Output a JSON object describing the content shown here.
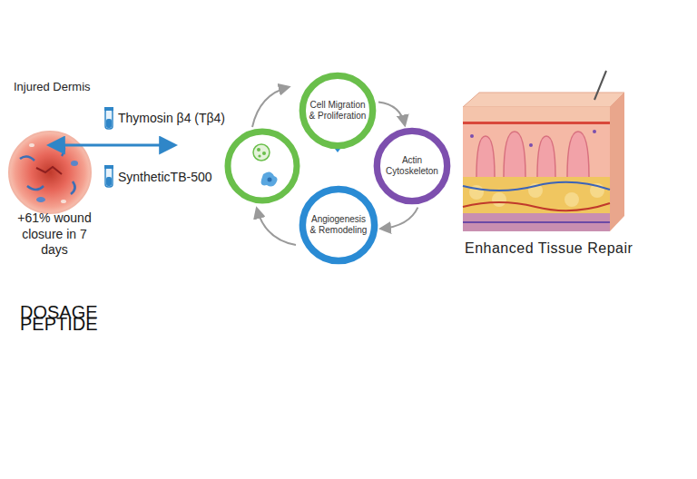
{
  "diagram": {
    "nodes": [
      {
        "text": [
          "Cell Migration & Proliferation"
        ]
      },
      {
        "text": [
          "Actin Cytoskeleton"
        ]
      },
      {
        "text": [
          "Angiogenesis & Remodeling"
        ]
      }
    ],
    "edges": [
      {
        "from": 0,
        "to": 1,
        "arrow": "to"
      },
      {
        "from": 1,
        "to": 2,
        "arrow": "to"
      }
    ],
    "labels": [
      "Injured Dermis",
      "Thymosin β4 (Tβ4)",
      "SyntheticTB-500",
      "+61% wound closure in 7 days",
      "Enhanced Tissue Repair",
      "DOSAGE",
      "PEPTIDE"
    ]
  }
}
